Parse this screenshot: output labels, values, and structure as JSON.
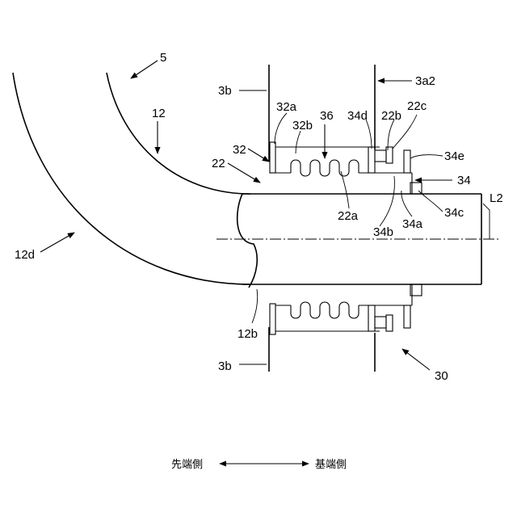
{
  "labels": {
    "l5": "5",
    "l12": "12",
    "l12d": "12d",
    "l12b": "12b",
    "l22": "22",
    "l22a": "22a",
    "l22b": "22b",
    "l22c": "22c",
    "l30": "30",
    "l32": "32",
    "l32a": "32a",
    "l32b": "32b",
    "l34": "34",
    "l34a": "34a",
    "l34b": "34b",
    "l34c": "34c",
    "l34d": "34d",
    "l34e": "34e",
    "l36": "36",
    "l3a2": "3a2",
    "l3b_top": "3b",
    "l3b_bottom": "3b",
    "lL2": "L2"
  },
  "caption": {
    "left": "先端側",
    "right": "基端側"
  }
}
